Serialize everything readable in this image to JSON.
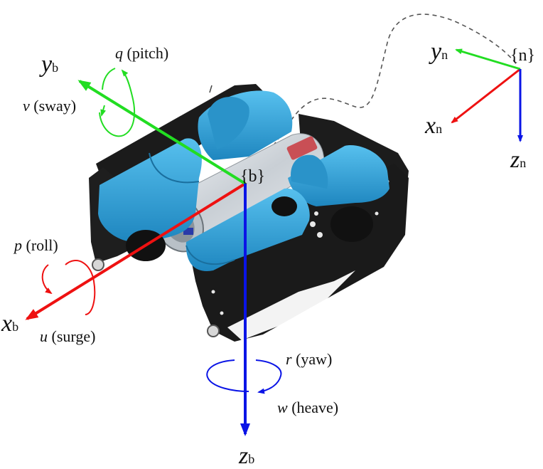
{
  "frames": {
    "body": "{b}",
    "ned": "{n}"
  },
  "body_axes": {
    "x": {
      "symbol": "x",
      "sub": "b"
    },
    "y": {
      "symbol": "y",
      "sub": "b"
    },
    "z": {
      "symbol": "z",
      "sub": "b"
    }
  },
  "ned_axes": {
    "x": {
      "symbol": "x",
      "sub": "n"
    },
    "y": {
      "symbol": "y",
      "sub": "n"
    },
    "z": {
      "symbol": "z",
      "sub": "n"
    }
  },
  "motions": {
    "pitch": {
      "symbol": "q",
      "label": "(pitch)"
    },
    "sway": {
      "symbol": "v",
      "label": "(sway)"
    },
    "roll": {
      "symbol": "p",
      "label": "(roll)"
    },
    "surge": {
      "symbol": "u",
      "label": "(surge)"
    },
    "yaw": {
      "symbol": "r",
      "label": "(yaw)"
    },
    "heave": {
      "symbol": "w",
      "label": "(heave)"
    }
  },
  "colors": {
    "x_axis": "#ee1111",
    "y_axis": "#22dd22",
    "z_axis": "#0a14e6",
    "thruster": "#2e9fd6",
    "frame": "#1b1b1b",
    "hull": "#d8dde2",
    "path": "#555555"
  },
  "icons": [
    "rov-vehicle-illustration"
  ]
}
